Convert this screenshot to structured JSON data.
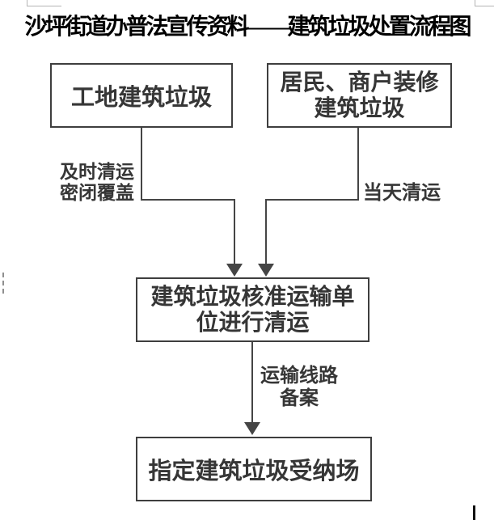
{
  "page": {
    "title": "沙坪街道办普法宣传资料——建筑垃圾处置流程图"
  },
  "flowchart": {
    "nodes": {
      "site_waste": {
        "label": "工地建筑垃圾"
      },
      "renovation_waste": {
        "line1": "居民、商户装修",
        "line2": "建筑垃圾"
      },
      "transport_unit": {
        "line1": "建筑垃圾核准运输单",
        "line2": "位进行清运"
      },
      "disposal_site": {
        "label": "指定建筑垃圾受纳场"
      }
    },
    "edge_labels": {
      "site_to_transport": {
        "line1": "及时清运",
        "line2": "密闭覆盖"
      },
      "renovation_to_transport": {
        "label": "当天清运"
      },
      "transport_to_disposal": {
        "line1": "运输线路",
        "line2": "备案"
      }
    }
  },
  "colors": {
    "box_border": "#3e3e3e",
    "box_text": "#363636",
    "connector": "#454545",
    "title_text": "#000000",
    "crop_mark": "#b5b5b5",
    "cursor": "#111111"
  }
}
